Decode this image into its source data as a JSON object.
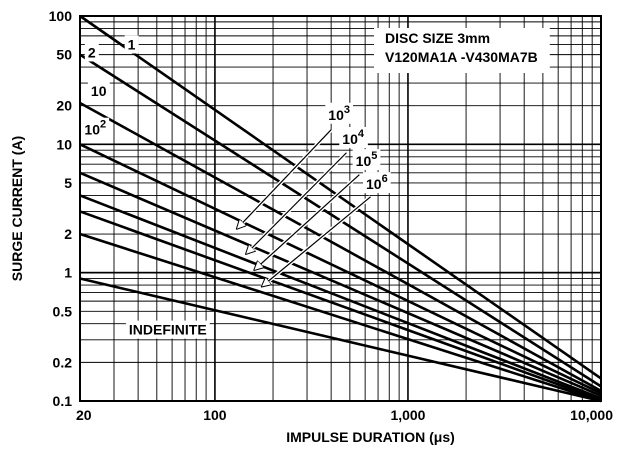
{
  "chart_data": {
    "type": "line",
    "title": "",
    "xlabel": "IMPULSE DURATION (μs)",
    "ylabel": "SURGE CURRENT (A)",
    "x_scale": "log",
    "y_scale": "log",
    "xlim": [
      20,
      10000
    ],
    "ylim": [
      0.1,
      100
    ],
    "grid": true,
    "x_ticks": [
      {
        "value": 20,
        "label": "20"
      },
      {
        "value": 100,
        "label": "100"
      },
      {
        "value": 1000,
        "label": "1,000"
      },
      {
        "value": 10000,
        "label": "10,000"
      }
    ],
    "y_ticks": [
      {
        "value": 100,
        "label": "100"
      },
      {
        "value": 50,
        "label": "50"
      },
      {
        "value": 20,
        "label": "20"
      },
      {
        "value": 10,
        "label": "10"
      },
      {
        "value": 5,
        "label": "5"
      },
      {
        "value": 2,
        "label": "2"
      },
      {
        "value": 1,
        "label": "1"
      },
      {
        "value": 0.5,
        "label": "0.5"
      },
      {
        "value": 0.2,
        "label": "0.2"
      },
      {
        "value": 0.1,
        "label": "0.1"
      }
    ],
    "info_box": [
      "DISC SIZE 3mm",
      "V120MA1A -V430MA7B"
    ],
    "series": [
      {
        "name": "1",
        "x": [
          20,
          10000
        ],
        "y": [
          100,
          0.15
        ]
      },
      {
        "name": "2",
        "x": [
          20,
          10000
        ],
        "y": [
          50,
          0.13
        ]
      },
      {
        "name": "10",
        "x": [
          20,
          10000
        ],
        "y": [
          21,
          0.12
        ]
      },
      {
        "name": "10^2",
        "x": [
          20,
          10000
        ],
        "y": [
          10,
          0.115
        ]
      },
      {
        "name": "10^3",
        "x": [
          20,
          10000
        ],
        "y": [
          6,
          0.11
        ]
      },
      {
        "name": "10^4",
        "x": [
          20,
          10000
        ],
        "y": [
          4,
          0.105
        ]
      },
      {
        "name": "10^5",
        "x": [
          20,
          10000
        ],
        "y": [
          3,
          0.102
        ]
      },
      {
        "name": "10^6",
        "x": [
          20,
          10000
        ],
        "y": [
          2,
          0.1
        ]
      },
      {
        "name": "INDEFINITE",
        "x": [
          20,
          10000
        ],
        "y": [
          0.9,
          0.1
        ]
      }
    ],
    "curve_labels": [
      {
        "base": "1",
        "sup": "",
        "x": 37,
        "y": 60
      },
      {
        "base": "2",
        "sup": "",
        "x": 23,
        "y": 52
      },
      {
        "base": "10",
        "sup": "",
        "x": 25,
        "y": 26
      },
      {
        "base": "10",
        "sup": "2",
        "x": 24,
        "y": 13
      },
      {
        "base": "10",
        "sup": "3",
        "x": 440,
        "y": 17
      },
      {
        "base": "10",
        "sup": "4",
        "x": 520,
        "y": 11
      },
      {
        "base": "10",
        "sup": "5",
        "x": 610,
        "y": 7.4
      },
      {
        "base": "10",
        "sup": "6",
        "x": 690,
        "y": 4.9
      },
      {
        "base": "INDEFINITE",
        "sup": "",
        "x": 57,
        "y": 0.36
      }
    ],
    "arrows": [
      {
        "from": [
          400,
          13
        ],
        "to": [
          130,
          2.2
        ]
      },
      {
        "from": [
          480,
          8.6
        ],
        "to": [
          145,
          1.4
        ]
      },
      {
        "from": [
          560,
          5.8
        ],
        "to": [
          160,
          1.05
        ]
      },
      {
        "from": [
          640,
          3.9
        ],
        "to": [
          175,
          0.78
        ]
      }
    ]
  }
}
